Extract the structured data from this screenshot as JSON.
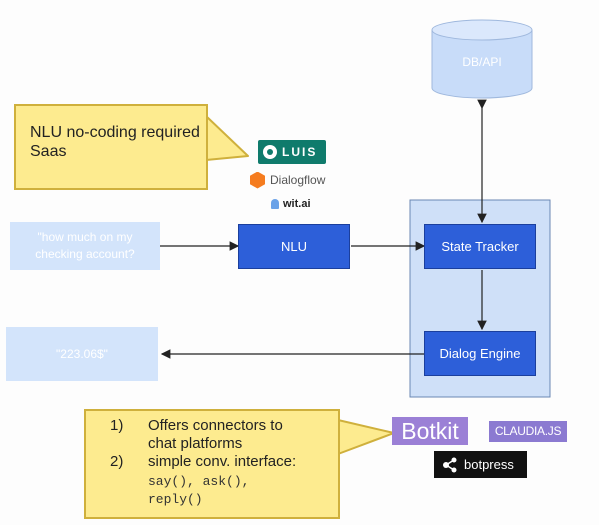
{
  "db": {
    "label": "DB/API"
  },
  "callout_top": {
    "line1": "NLU no-coding required",
    "line2": "Saas"
  },
  "logos": {
    "luis": "LUIS",
    "dialogflow": "Dialogflow",
    "witai": "wit.ai",
    "botkit": "Botkit",
    "claudia": "CLAUDIA.JS",
    "botpress": "botpress"
  },
  "input_box": {
    "line1": "\"how much on my",
    "line2": "checking account?"
  },
  "output_box": {
    "text": "\"223.06$\""
  },
  "nlu": {
    "label": "NLU"
  },
  "state_tracker": {
    "label": "State Tracker"
  },
  "dialog_engine": {
    "label": "Dialog Engine"
  },
  "callout_bottom": {
    "item1_num": "1)",
    "item1_line1": "Offers connectors to",
    "item1_line2": "chat platforms",
    "item2_num": "2)",
    "item2_line1": "simple conv. interface:",
    "code1": "say(), ask(),",
    "code2": "reply()"
  },
  "colors": {
    "blue_box": "#2d5fd9",
    "light_box": "#d3e4fb",
    "callout": "#fdeb8f",
    "engine_panel": "#cfe0f8",
    "luis": "#0f7b6c",
    "dialogflow": "#f57c1f",
    "botkit": "#9b80d6",
    "claudia": "#8b7ad1",
    "botpress": "#111111"
  }
}
